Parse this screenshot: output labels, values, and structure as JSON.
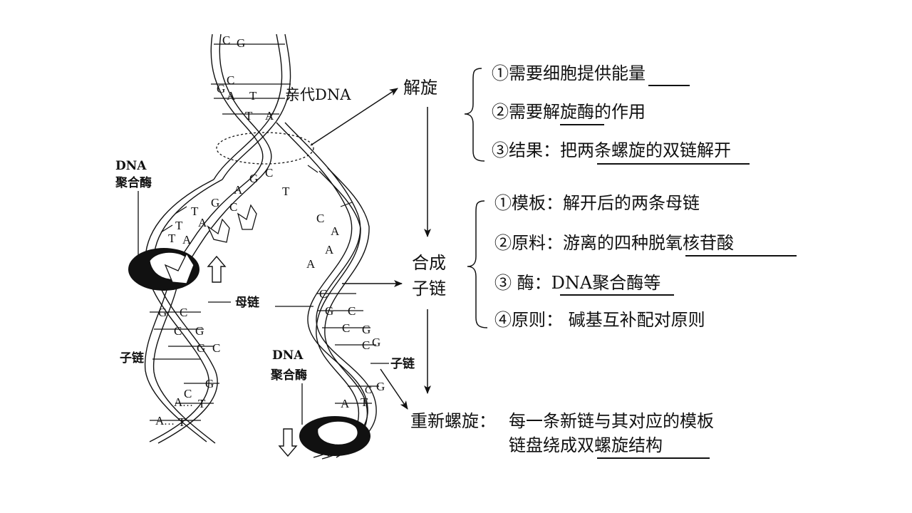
{
  "diagram": {
    "parent_dna_label": "亲代DNA",
    "polymerase_label_left": [
      "DNA",
      "聚合酶"
    ],
    "polymerase_label_right": [
      "DNA",
      "聚合酶"
    ],
    "template_strand_label": "母链",
    "daughter_strand_label_left": "子链",
    "daughter_strand_label_right": "子链",
    "bases": {
      "top": [
        "C",
        "G"
      ],
      "upper": [
        "C",
        "G",
        "A",
        "T",
        "T",
        "A"
      ],
      "fork": [
        "C",
        "G",
        "T",
        "A",
        "G",
        "C",
        "T",
        "A",
        "T",
        "T",
        "A"
      ],
      "right_strand": [
        "C",
        "A",
        "A",
        "A",
        "C",
        "G",
        "C",
        "C",
        "G",
        "C",
        "G",
        "G",
        "C",
        "A",
        "T"
      ],
      "left_lower": [
        "G",
        "C",
        "C",
        "G",
        "G",
        "C",
        "G",
        "C",
        "A",
        "T",
        "A",
        "T"
      ],
      "pair_dots": "…"
    }
  },
  "flow": {
    "unwinding": {
      "title": "解旋",
      "items": [
        {
          "prefix": "①需要细胞提供",
          "underlined": "能量",
          "suffix": ""
        },
        {
          "prefix": "②需要",
          "underlined": "解旋",
          "suffix": "酶的作用"
        },
        {
          "prefix": "③结果：把",
          "underlined": "两条螺旋的双链",
          "suffix": "解开"
        }
      ]
    },
    "synthesis": {
      "title_line1": "合成",
      "title_line2": "子链",
      "items": [
        {
          "prefix": "①模板：解开后的两条母链",
          "underlined": "",
          "suffix": ""
        },
        {
          "prefix": "②原料：游离的四种",
          "underlined": "脱氧核苷酸",
          "suffix": ""
        },
        {
          "prefix": "③ 酶：",
          "underlined": "DNA聚合酶",
          "suffix": "等"
        },
        {
          "prefix": "④原则： 碱基互补配对原则",
          "underlined": "",
          "suffix": ""
        }
      ]
    },
    "rewinding": {
      "title": "重新螺旋：",
      "line1": "每一条新链与其对应的模板",
      "line2_prefix": "链盘绕成",
      "line2_underlined": "双螺旋结构"
    }
  }
}
